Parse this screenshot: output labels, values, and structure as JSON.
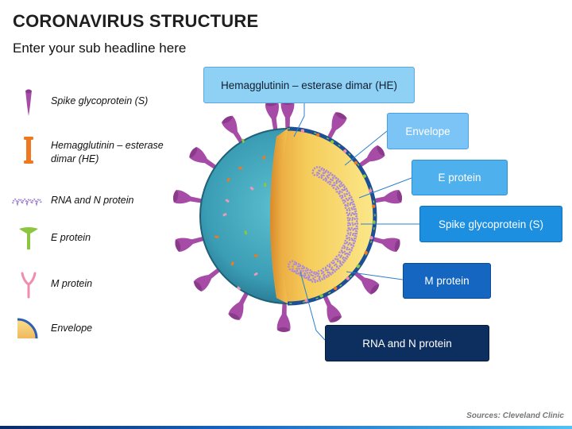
{
  "header": {
    "title": "CORONAVIRUS STRUCTURE",
    "subtitle": "Enter your sub headline here"
  },
  "legend": [
    {
      "label": "Spike glycoprotein (S)",
      "icon": "spike-icon",
      "color": "#a64ca6"
    },
    {
      "label": "Hemagglutinin – esterase dimar (HE)",
      "icon": "hemagglutinin-icon",
      "color": "#f07820"
    },
    {
      "label": "RNA and N protein",
      "icon": "rna-coil-icon",
      "color": "#9c7fcf"
    },
    {
      "label": "E protein",
      "icon": "e-protein-icon",
      "color": "#8cc63f"
    },
    {
      "label": "M protein",
      "icon": "m-protein-icon",
      "color": "#f08cb0"
    },
    {
      "label": "Envelope",
      "icon": "envelope-icon",
      "color": "#2f5fb3"
    }
  ],
  "callouts": {
    "he": "Hemagglutinin – esterase dimar (HE)",
    "envelope": "Envelope",
    "e_protein": "E protein",
    "spike": "Spike glycoprotein (S)",
    "m_protein": "M protein",
    "rna": "RNA and N protein"
  },
  "colors": {
    "he_box": "#8fd0f5",
    "envelope_box": "#7cc4f5",
    "e_protein_box": "#4fb0ee",
    "spike_box": "#1c8fe0",
    "m_protein_box": "#1566c0",
    "rna_box": "#0d2f5f",
    "virus_shell": "#3fa3b8",
    "virus_core": "#f5d060",
    "spike": "#a64ca6"
  },
  "footer": {
    "source": "Sources: Cleveland Clinic"
  }
}
